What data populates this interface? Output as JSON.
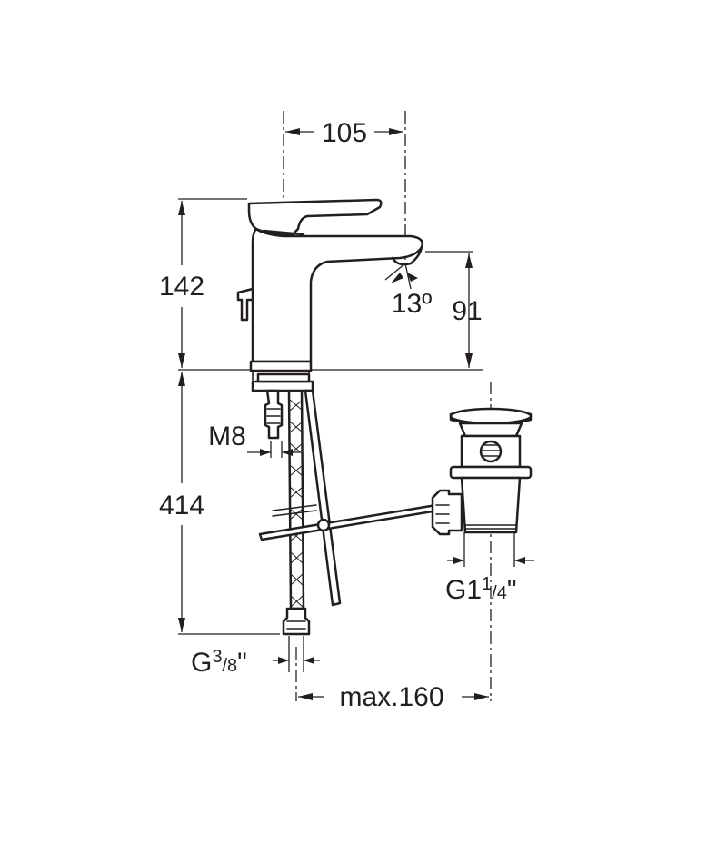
{
  "dimensions": {
    "width_top": "105",
    "height_upper": "142",
    "spout_height": "91",
    "spout_angle": "13º",
    "thread_rod": "M8",
    "height_lower": "414",
    "inlet_prefix": "G",
    "inlet_num": "3",
    "inlet_den": "8",
    "inlet_suffix": "\"",
    "waste_prefix": "G1",
    "waste_num": "1",
    "waste_den": "4",
    "waste_suffix": "\"",
    "max_offset": "max.160"
  },
  "colors": {
    "line": "#231f20",
    "background": "#ffffff"
  }
}
